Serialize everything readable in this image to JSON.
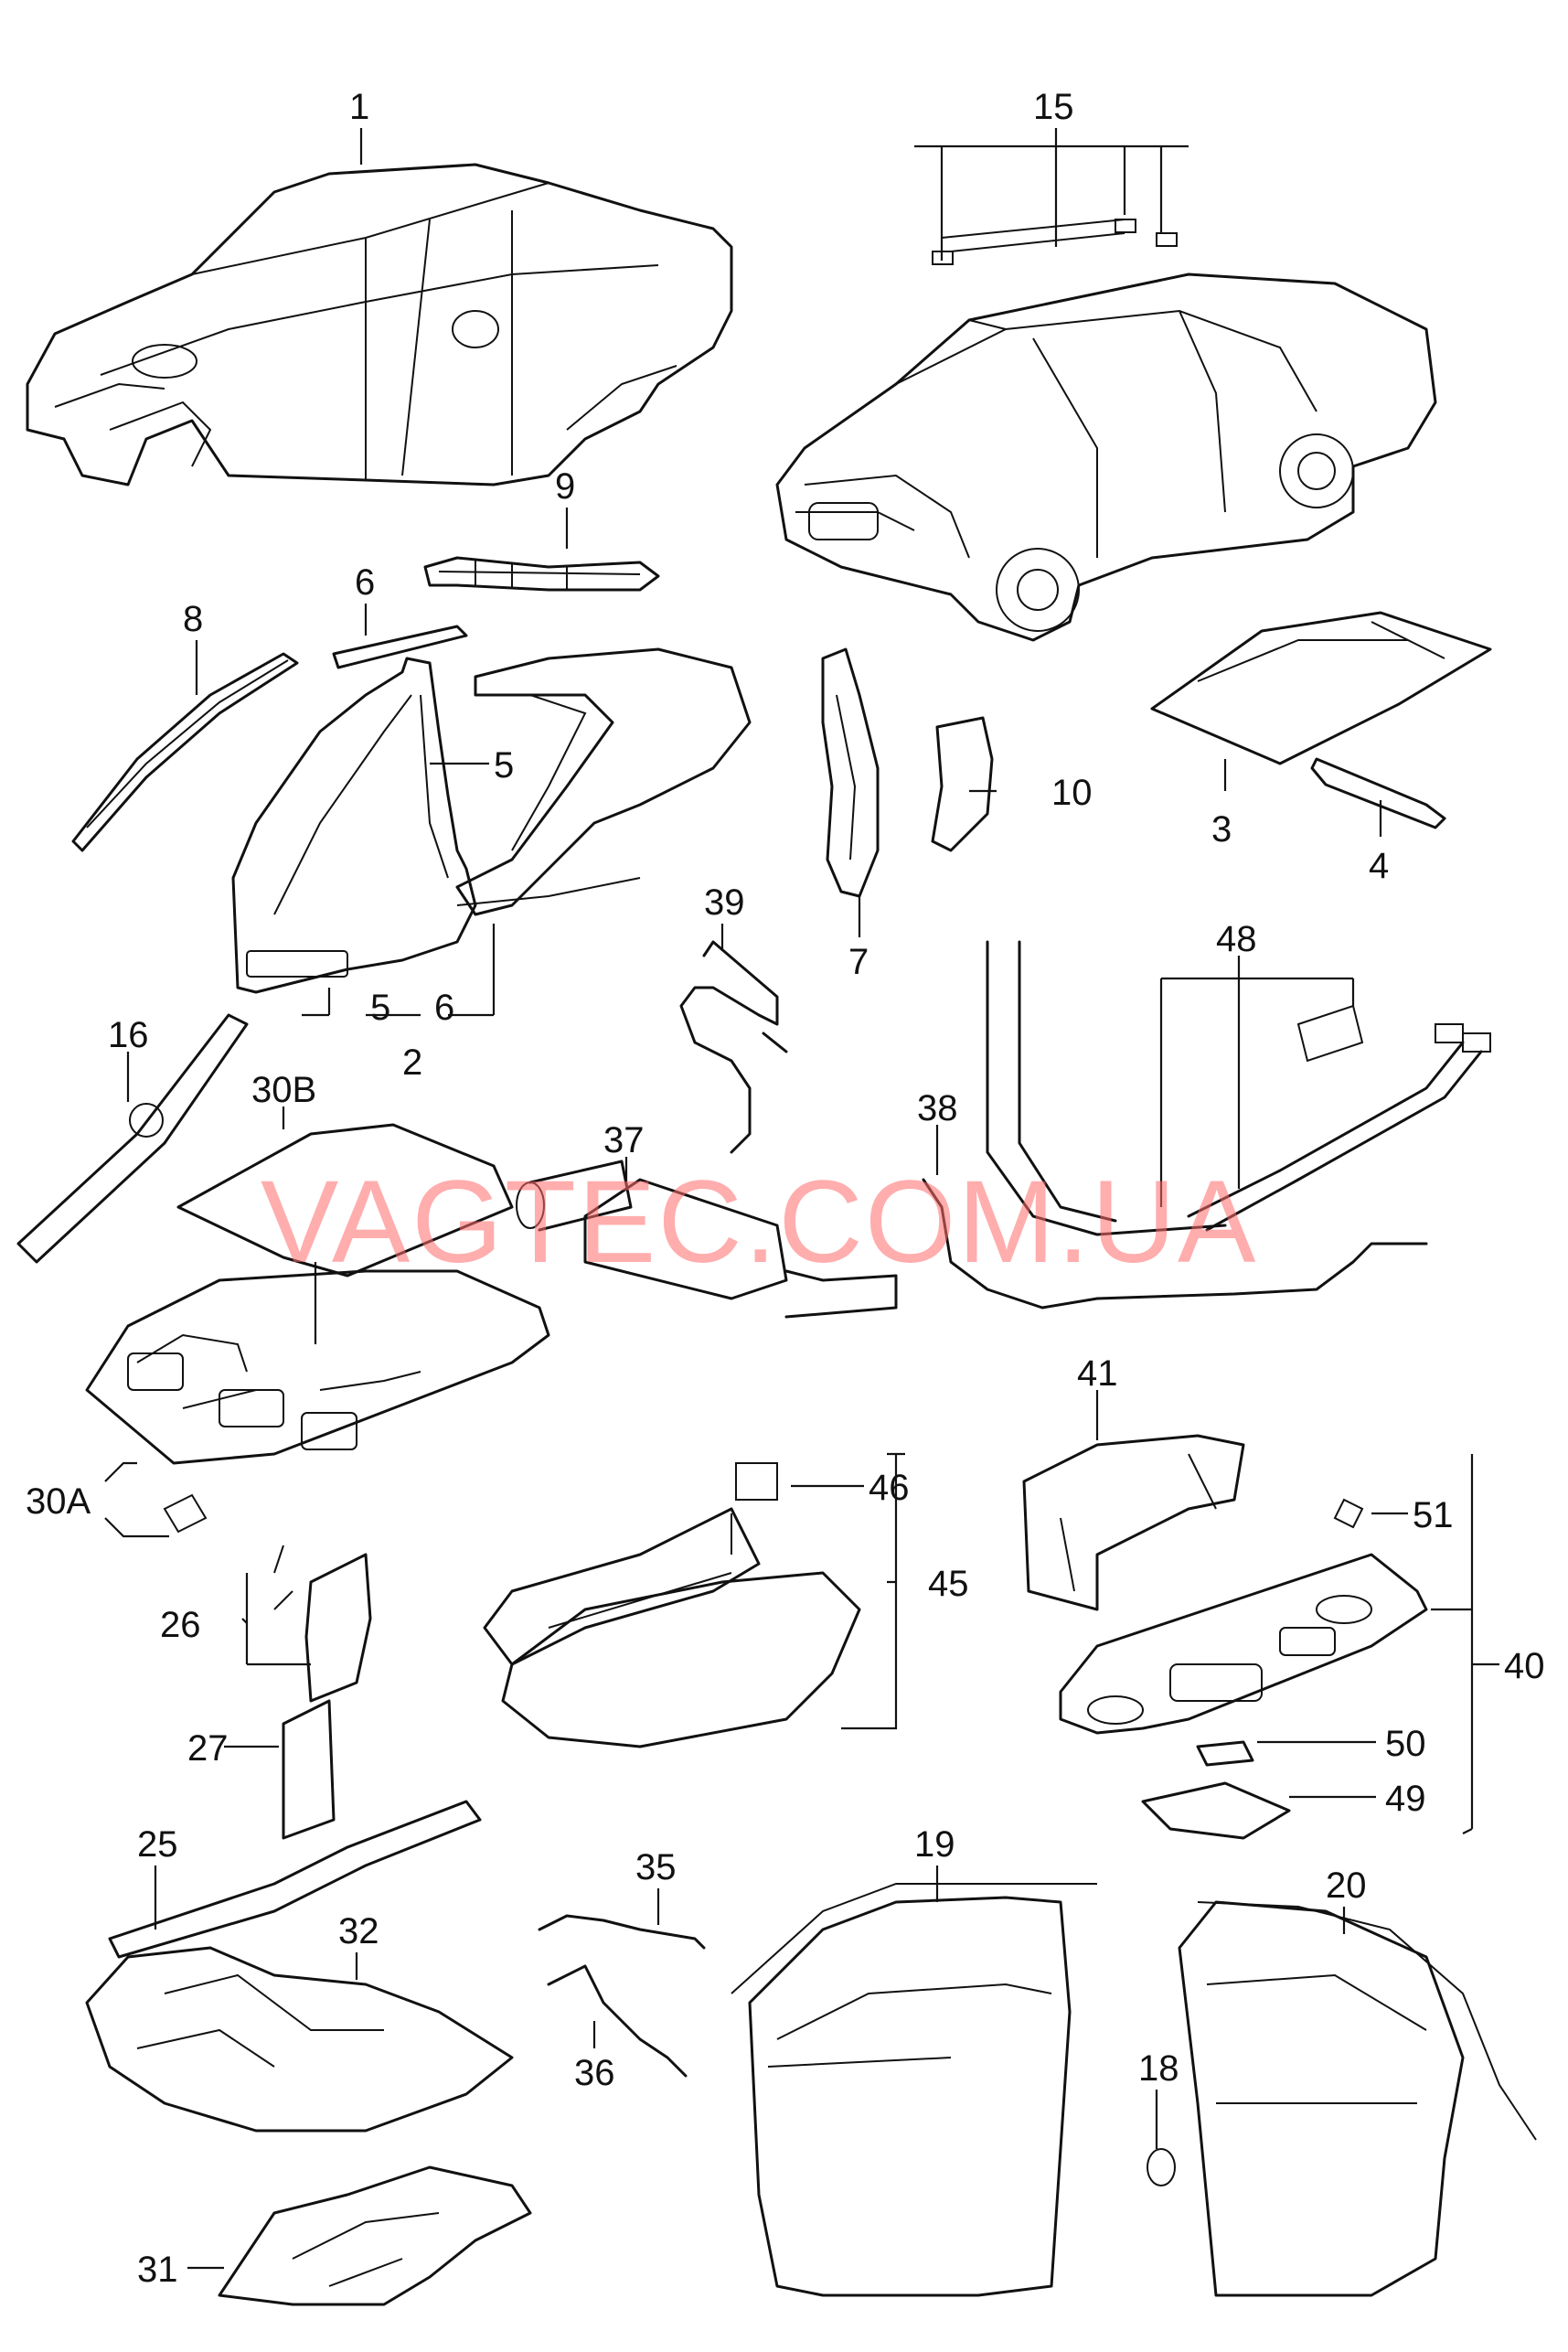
{
  "watermark": "VAGTEC.COM.UA",
  "callouts": [
    "1",
    "15",
    "9",
    "6",
    "8",
    "5",
    "10",
    "3",
    "4",
    "39",
    "7",
    "5",
    "6",
    "2",
    "48",
    "16",
    "30B",
    "37",
    "38",
    "41",
    "30A",
    "46",
    "51",
    "45",
    "40",
    "26",
    "27",
    "50",
    "49",
    "25",
    "35",
    "19",
    "20",
    "32",
    "36",
    "18",
    "31"
  ]
}
